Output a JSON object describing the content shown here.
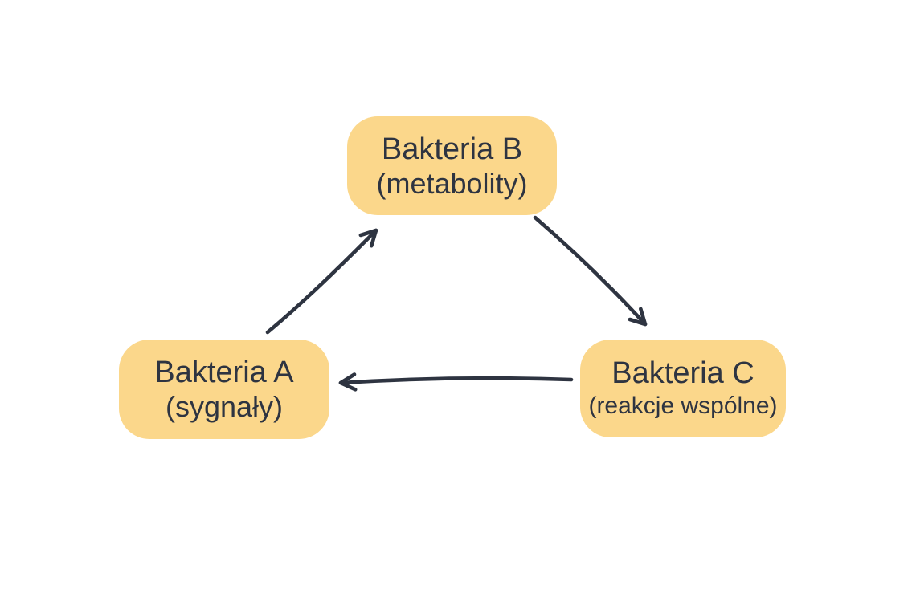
{
  "diagram": {
    "background_color": "#ffffff",
    "node_fill_color": "#fbd78b",
    "text_color": "#2e3441",
    "arrow_color": "#2e3441",
    "nodes": [
      {
        "id": "A",
        "title": "Bakteria A",
        "subtitle": "(sygnały)"
      },
      {
        "id": "B",
        "title": "Bakteria B",
        "subtitle": "(metabolity)"
      },
      {
        "id": "C",
        "title": "Bakteria C",
        "subtitle": "(reakcje wspólne)"
      }
    ],
    "edges": [
      {
        "from": "Bakteria A",
        "to": "Bakteria B"
      },
      {
        "from": "Bakteria B",
        "to": "Bakteria C"
      },
      {
        "from": "Bakteria C",
        "to": "Bakteria A"
      }
    ]
  }
}
